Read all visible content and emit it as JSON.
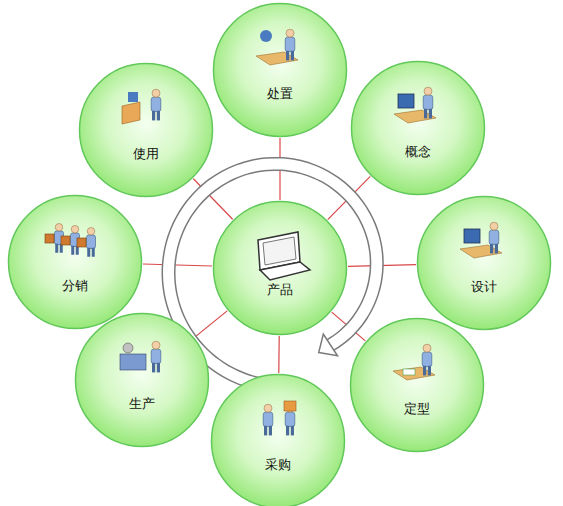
{
  "diagram": {
    "nodes": [
      {
        "text": [
          "产品"
        ]
      },
      {
        "text": [
          "处置"
        ]
      },
      {
        "text": [
          "概念"
        ]
      },
      {
        "text": [
          "设计"
        ]
      },
      {
        "text": [
          "定型"
        ]
      },
      {
        "text": [
          "采购"
        ]
      },
      {
        "text": [
          "生产"
        ]
      },
      {
        "text": [
          "分销"
        ]
      },
      {
        "text": [
          "使用"
        ]
      }
    ],
    "edges": [
      {
        "from": 0,
        "to": 1,
        "arrow": "none"
      },
      {
        "from": 0,
        "to": 2,
        "arrow": "none"
      },
      {
        "from": 0,
        "to": 3,
        "arrow": "none"
      },
      {
        "from": 0,
        "to": 4,
        "arrow": "none"
      },
      {
        "from": 0,
        "to": 5,
        "arrow": "none"
      },
      {
        "from": 0,
        "to": 6,
        "arrow": "none"
      },
      {
        "from": 0,
        "to": 7,
        "arrow": "none"
      },
      {
        "from": 0,
        "to": 8,
        "arrow": "none"
      }
    ]
  }
}
